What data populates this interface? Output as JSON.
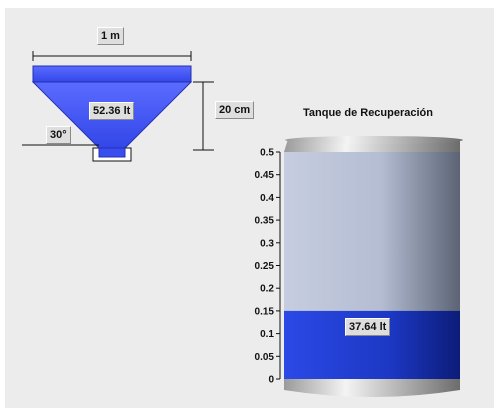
{
  "hopper": {
    "width_label": "1 m",
    "height_label": "20 cm",
    "angle_label": "30°",
    "volume_label": "52.36 lt",
    "fill_color": "#3a4ef0"
  },
  "tank": {
    "title": "Tanque de Recuperación",
    "volume_label": "37.64 lt",
    "level": 0.15,
    "scale_min": 0,
    "scale_max": 0.5,
    "ticks": [
      "0",
      "0.05",
      "0.1",
      "0.15",
      "0.2",
      "0.25",
      "0.3",
      "0.35",
      "0.4",
      "0.45",
      "0.5"
    ],
    "fill_color": "#1f3fd0"
  }
}
